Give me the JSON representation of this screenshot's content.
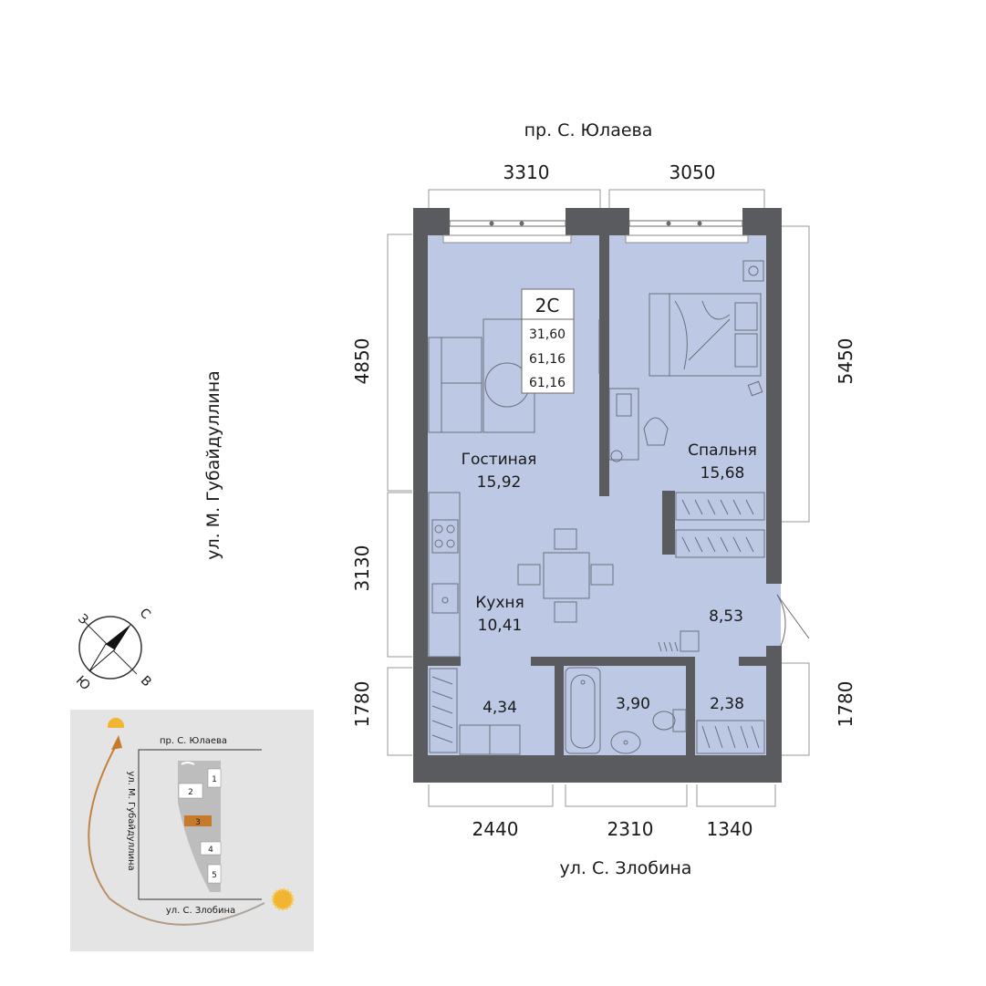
{
  "streets": {
    "north": "пр. С. Юлаева",
    "south": "ул. С. Злобина",
    "west": "ул. М. Губайдуллина"
  },
  "dimensions": {
    "top": [
      "3310",
      "3050"
    ],
    "bottom": [
      "2440",
      "2310",
      "1340"
    ],
    "left": [
      "4850",
      "3130",
      "1780"
    ],
    "right": [
      "5450",
      "1780"
    ]
  },
  "info_box": {
    "type": "2С",
    "living_area": "31,60",
    "total_area": "61,16",
    "total_area_2": "61,16"
  },
  "rooms": {
    "living": {
      "name": "Гостиная",
      "area": "15,92"
    },
    "bedroom": {
      "name": "Спальня",
      "area": "15,68"
    },
    "kitchen": {
      "name": "Кухня",
      "area": "10,41"
    },
    "hall": {
      "area": "8,53"
    },
    "storage": {
      "area": "4,34"
    },
    "bath": {
      "area": "3,90"
    },
    "wc": {
      "area": "2,38"
    }
  },
  "compass": {
    "n": "С",
    "s": "Ю",
    "e": "В",
    "w": "З"
  },
  "site_plan": {
    "street_top": "пр. С. Юлаева",
    "street_left": "ул. М. Губайдуллина",
    "street_bottom": "ул. С. Злобина",
    "buildings": [
      "1",
      "2",
      "3",
      "4",
      "5"
    ],
    "highlight": "3"
  },
  "colors": {
    "wall": "#5a5b5e",
    "floor": "#bcc8e4",
    "highlight": "#c77b2a",
    "siteplan_bg": "#e4e4e4"
  }
}
